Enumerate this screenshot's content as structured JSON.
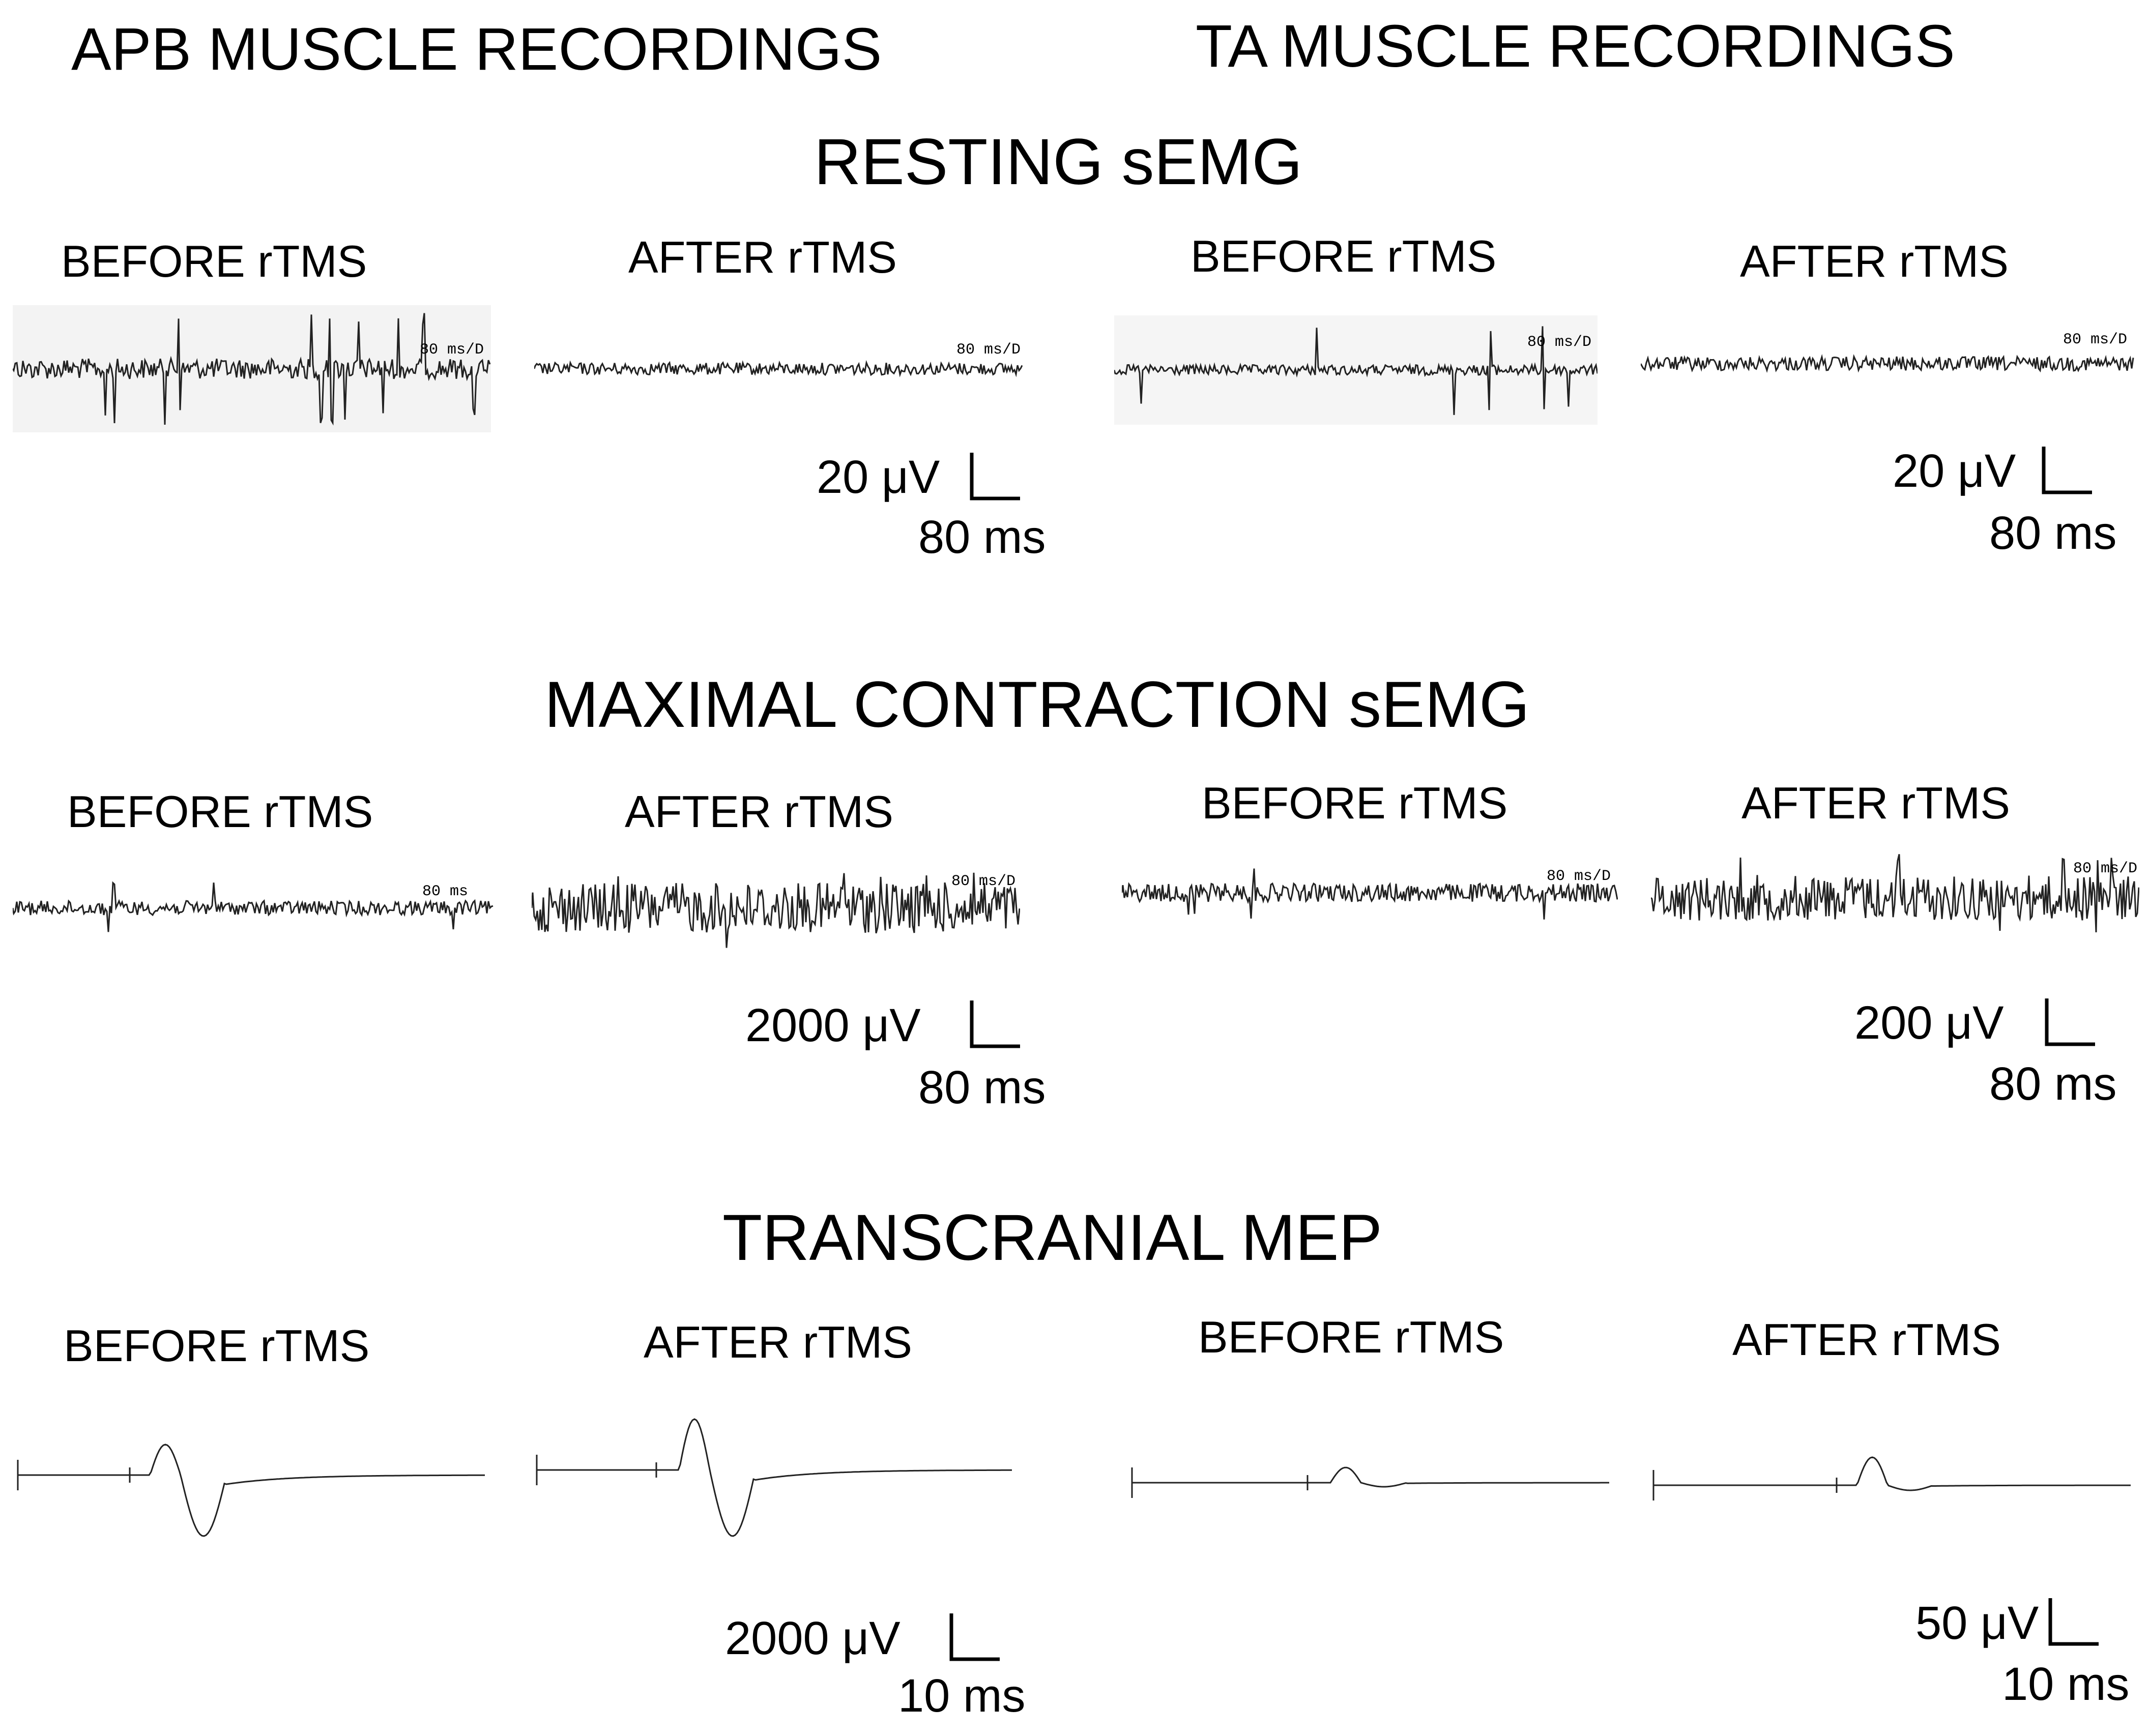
{
  "headers": {
    "apb": "APB MUSCLE RECORDINGS",
    "ta": "TA MUSCLE RECORDINGS"
  },
  "sections": [
    {
      "id": "resting",
      "title": "RESTING sEMG",
      "panels": [
        {
          "label": "BEFORE rTMS",
          "time_base": "80 ms/D",
          "kind": "resting-spiky"
        },
        {
          "label": "AFTER rTMS",
          "time_base": "80 ms/D",
          "kind": "resting-low"
        },
        {
          "label": "BEFORE rTMS",
          "time_base": "80 ms/D",
          "kind": "resting-sparse"
        },
        {
          "label": "AFTER rTMS",
          "time_base": "80 ms/D",
          "kind": "resting-low"
        }
      ],
      "scales": [
        {
          "amplitude": "20 μV",
          "time": "80 ms"
        },
        {
          "amplitude": "20 μV",
          "time": "80 ms"
        }
      ]
    },
    {
      "id": "maximal",
      "title": "MAXIMAL CONTRACTION sEMG",
      "panels": [
        {
          "label": "BEFORE rTMS",
          "time_base": "80 ms",
          "kind": "contraction-low"
        },
        {
          "label": "AFTER rTMS",
          "time_base": "80 ms/D",
          "kind": "contraction-high"
        },
        {
          "label": "BEFORE rTMS",
          "time_base": "80 ms/D",
          "kind": "contraction-mid"
        },
        {
          "label": "AFTER rTMS",
          "time_base": "80 ms/D",
          "kind": "contraction-high"
        }
      ],
      "scales": [
        {
          "amplitude": "2000  μV",
          "time": "80 ms"
        },
        {
          "amplitude": "200  μV",
          "time": "80 ms"
        }
      ]
    },
    {
      "id": "mep",
      "title": "TRANSCRANIAL MEP",
      "panels": [
        {
          "label": "BEFORE rTMS",
          "kind": "mep-biphasic"
        },
        {
          "label": "AFTER rTMS",
          "kind": "mep-biphasic-large"
        },
        {
          "label": "BEFORE rTMS",
          "kind": "mep-small"
        },
        {
          "label": "AFTER rTMS",
          "kind": "mep-medium"
        }
      ],
      "scales": [
        {
          "amplitude": "2000  μV",
          "time": "10 ms"
        },
        {
          "amplitude": "50 μV",
          "time": "10 ms"
        }
      ]
    }
  ]
}
